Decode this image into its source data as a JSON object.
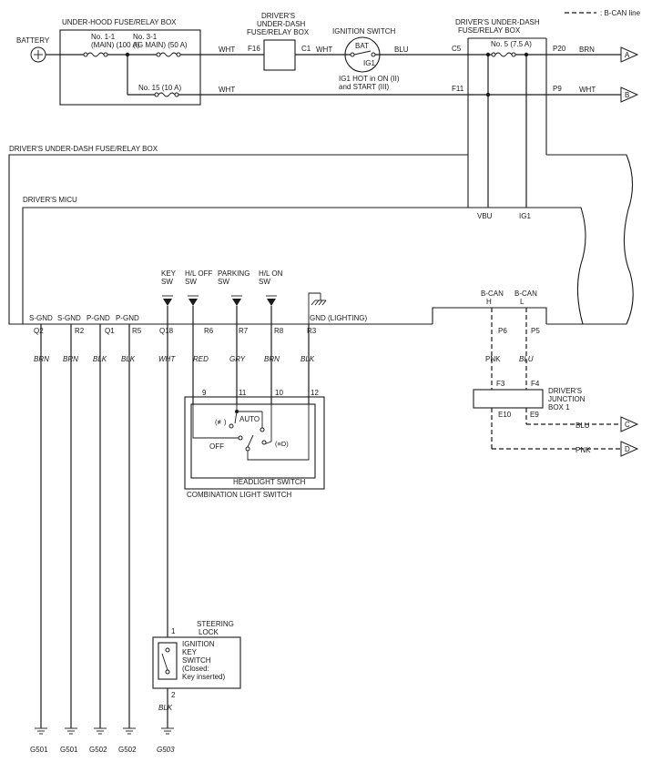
{
  "legend": {
    "bcan": ": B-CAN line"
  },
  "top": {
    "battery": "BATTERY",
    "underhood_box": "UNDER-HOOD FUSE/RELAY BOX",
    "fuse_main_1": "No. 1-1",
    "fuse_main_2": "(MAIN) (100 A)",
    "fuse_ig_1": "No. 3-1",
    "fuse_ig_2": "(IG MAIN) (50 A)",
    "fuse_15": "No. 15 (10 A)",
    "wht_1": "WHT",
    "wht_2": "WHT",
    "wht_3": "WHT",
    "wht_4": "WHT",
    "dash_box_1": "DRIVER'S",
    "dash_box_2": "UNDER-DASH",
    "dash_box_3": "FUSE/RELAY BOX",
    "f16": "F16",
    "c1": "C1",
    "ign_switch": "IGNITION SWITCH",
    "bat": "BAT",
    "ig1": "IG1",
    "ign_note_1": "IG1 HOT in ON (II)",
    "ign_note_2": "and START (III)",
    "blu": "BLU",
    "dash_box2_1": "DRIVER'S UNDER-DASH",
    "dash_box2_2": "FUSE/RELAY BOX",
    "c5": "C5",
    "fuse_5": "No. 5 (7.5 A)",
    "p20": "P20",
    "brn_a": "BRN",
    "conn_a": "A",
    "f11": "F11",
    "p9": "P9",
    "wht_b": "WHT",
    "conn_b": "B"
  },
  "mid": {
    "dash_box_label": "DRIVER'S UNDER-DASH FUSE/RELAY BOX",
    "micu_label": "DRIVER'S MICU",
    "vbu": "VBU",
    "ig1": "IG1"
  },
  "micu_pins": {
    "sgnd1": "S-GND",
    "sgnd2": "S-GND",
    "pgnd1": "P-GND",
    "pgnd2": "P-GND",
    "q2": "Q2",
    "r2": "R2",
    "q1": "Q1",
    "r5": "R5",
    "key_1": "KEY",
    "key_2": "SW",
    "hloff_1": "H/L OFF",
    "hloff_2": "SW",
    "parking_1": "PARKING",
    "parking_2": "SW",
    "hlon_1": "H/L ON",
    "hlon_2": "SW",
    "q18": "Q18",
    "r6": "R6",
    "r7": "R7",
    "r8": "R8",
    "r3": "R3",
    "gnd_lighting": "GND (LIGHTING)",
    "bcan_h_1": "B-CAN",
    "bcan_h_2": "H",
    "bcan_l_1": "B-CAN",
    "bcan_l_2": "L"
  },
  "wires": {
    "w1": "BRN",
    "w2": "BRN",
    "w3": "BLK",
    "w4": "BLK",
    "w5": "WHT",
    "w6": "RED",
    "w7": "GRY",
    "w8": "BRN",
    "w9": "BLK",
    "p6": "P6",
    "p5": "P5",
    "pnk": "PNK",
    "blu": "BLU"
  },
  "light_switch": {
    "pin9": "9",
    "pin11": "11",
    "pin10": "10",
    "pin12": "12",
    "auto": "AUTO",
    "off": "OFF",
    "park_sym": "(≢)",
    "head_sym": "(≡D)",
    "headlight_switch": "HEADLIGHT SWITCH",
    "combination": "COMBINATION LIGHT SWITCH"
  },
  "junction": {
    "f3": "F3",
    "f4": "F4",
    "title_1": "DRIVER'S",
    "title_2": "JUNCTION",
    "title_3": "BOX 1",
    "e10": "E10",
    "e9": "E9",
    "blu_c": "BLU",
    "conn_c": "C",
    "pnk_d": "PNK",
    "conn_d": "D"
  },
  "steering": {
    "title_1": "STEERING",
    "title_2": "LOCK",
    "pin1": "1",
    "pin2": "2",
    "desc_1": "IGNITION",
    "desc_2": "KEY",
    "desc_3": "SWITCH",
    "desc_4": "(Closed:",
    "desc_5": "Key inserted)",
    "blk": "BLK"
  },
  "grounds": {
    "g1": "G501",
    "g2": "G501",
    "g3": "G502",
    "g4": "G502",
    "g5": "G503"
  }
}
